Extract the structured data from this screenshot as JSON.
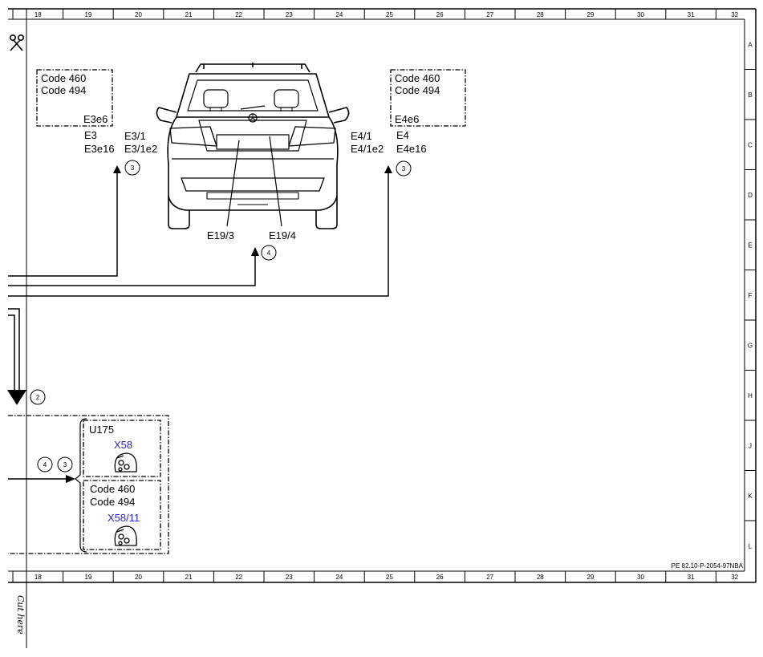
{
  "ruler": {
    "columns": [
      "18",
      "19",
      "20",
      "21",
      "22",
      "23",
      "24",
      "25",
      "26",
      "27",
      "28",
      "29",
      "30",
      "31",
      "32"
    ],
    "rows": [
      "A",
      "B",
      "C",
      "D",
      "E",
      "F",
      "G",
      "H",
      "J",
      "K",
      "L"
    ]
  },
  "left_box": {
    "code1": "Code 460",
    "code2": "Code 494",
    "ref": "E3e6"
  },
  "left_labels": {
    "l1": "E3",
    "l2": "E3e16",
    "l3": "E3/1",
    "l4": "E3/1e2",
    "marker": "3"
  },
  "right_box": {
    "code1": "Code 460",
    "code2": "Code 494",
    "ref": "E4e6"
  },
  "right_labels": {
    "l1": "E4/1",
    "l2": "E4/1e2",
    "l3": "E4",
    "l4": "E4e16",
    "marker": "3"
  },
  "vehicle": {
    "lamp_left": "E19/3",
    "lamp_right": "E19/4",
    "marker": "4"
  },
  "marker_2": "2",
  "bottom": {
    "unit": "U175",
    "connector1": "X58",
    "code1": "Code 460",
    "code2": "Code 494",
    "connector2": "X58/11",
    "marker_a": "4",
    "marker_b": "3"
  },
  "doc_id": "PE 82.10-P-2054-97NBA",
  "cut_text": "Cut here"
}
